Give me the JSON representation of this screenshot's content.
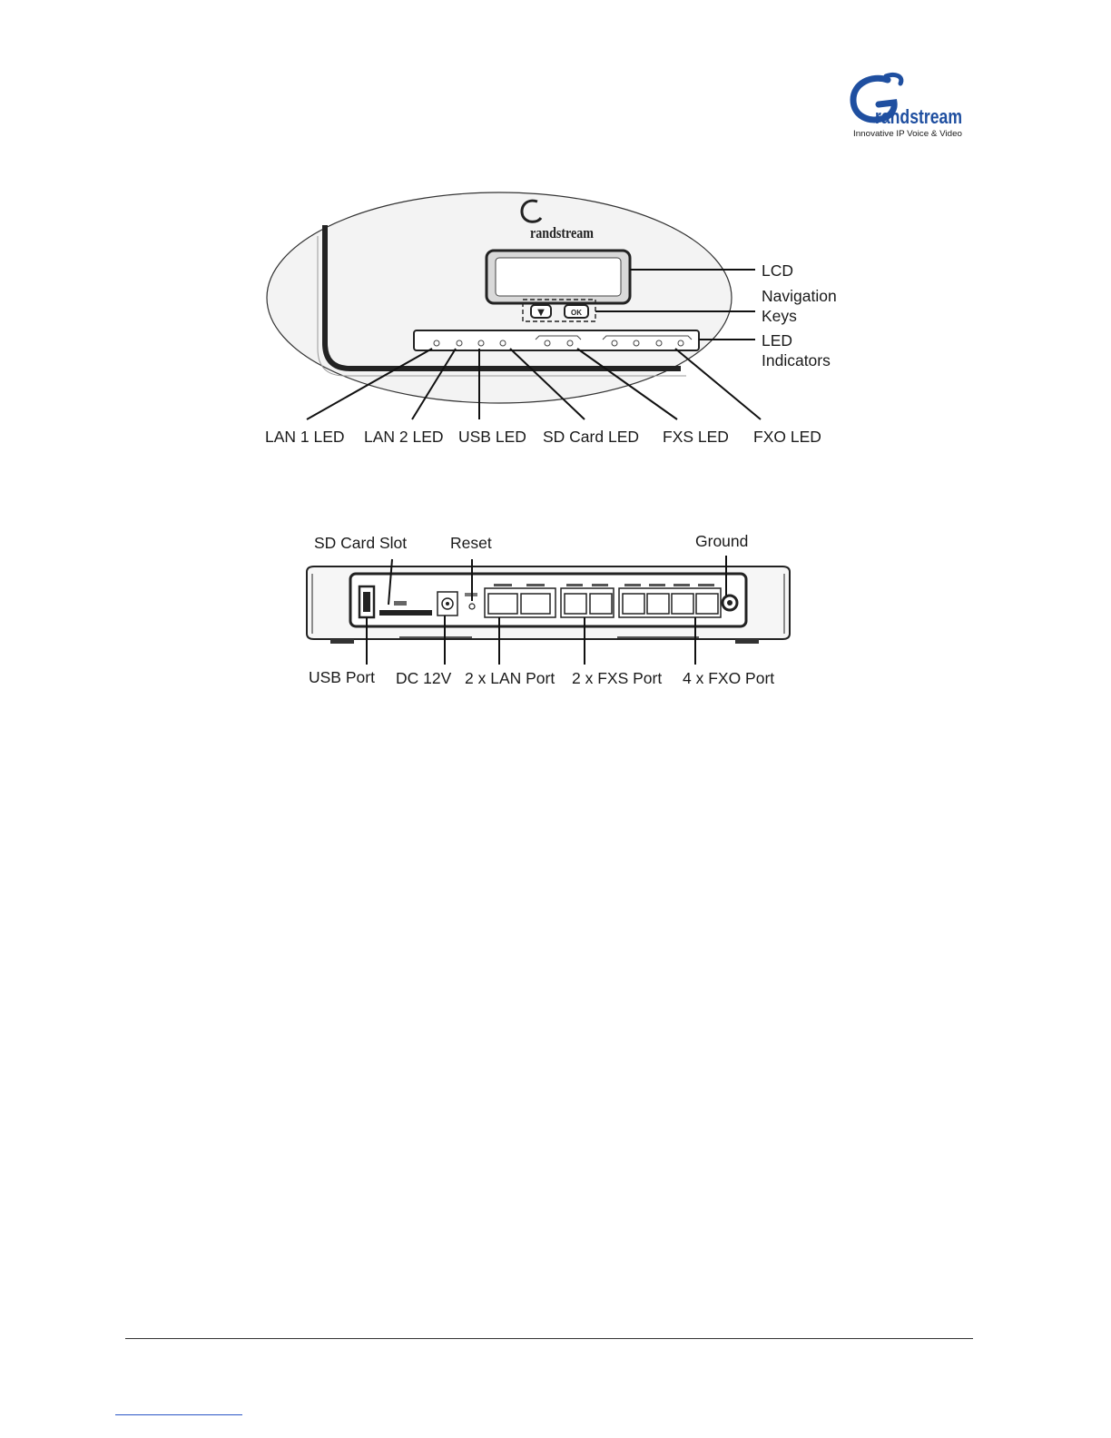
{
  "header": {
    "logo_wordmark": "randstream",
    "logo_tagline": "Innovative IP Voice & Video"
  },
  "front_panel": {
    "device_brand": "randstream",
    "callouts": {
      "lcd": "LCD",
      "navigation_keys_line1": "Navigation",
      "navigation_keys_line2": "Keys",
      "led_indicators_line1": "LED",
      "led_indicators_line2": "Indicators"
    },
    "bottom_labels": [
      "LAN 1 LED",
      "LAN 2 LED",
      "USB LED",
      "SD Card LED",
      "FXS LED",
      "FXO LED"
    ],
    "key_labels": {
      "down": "▼",
      "ok": "OK"
    }
  },
  "back_panel": {
    "top_labels": {
      "sd_card_slot": "SD Card Slot",
      "reset": "Reset",
      "ground": "Ground"
    },
    "bottom_labels": [
      "USB Port",
      "DC 12V",
      "2 x LAN Port",
      "2 x FXS Port",
      "4 x FXO Port"
    ]
  },
  "colors": {
    "logo_blue": "#1f4fa0",
    "line_color": "#1a1a1a",
    "link_blue": "#2a56c6"
  }
}
